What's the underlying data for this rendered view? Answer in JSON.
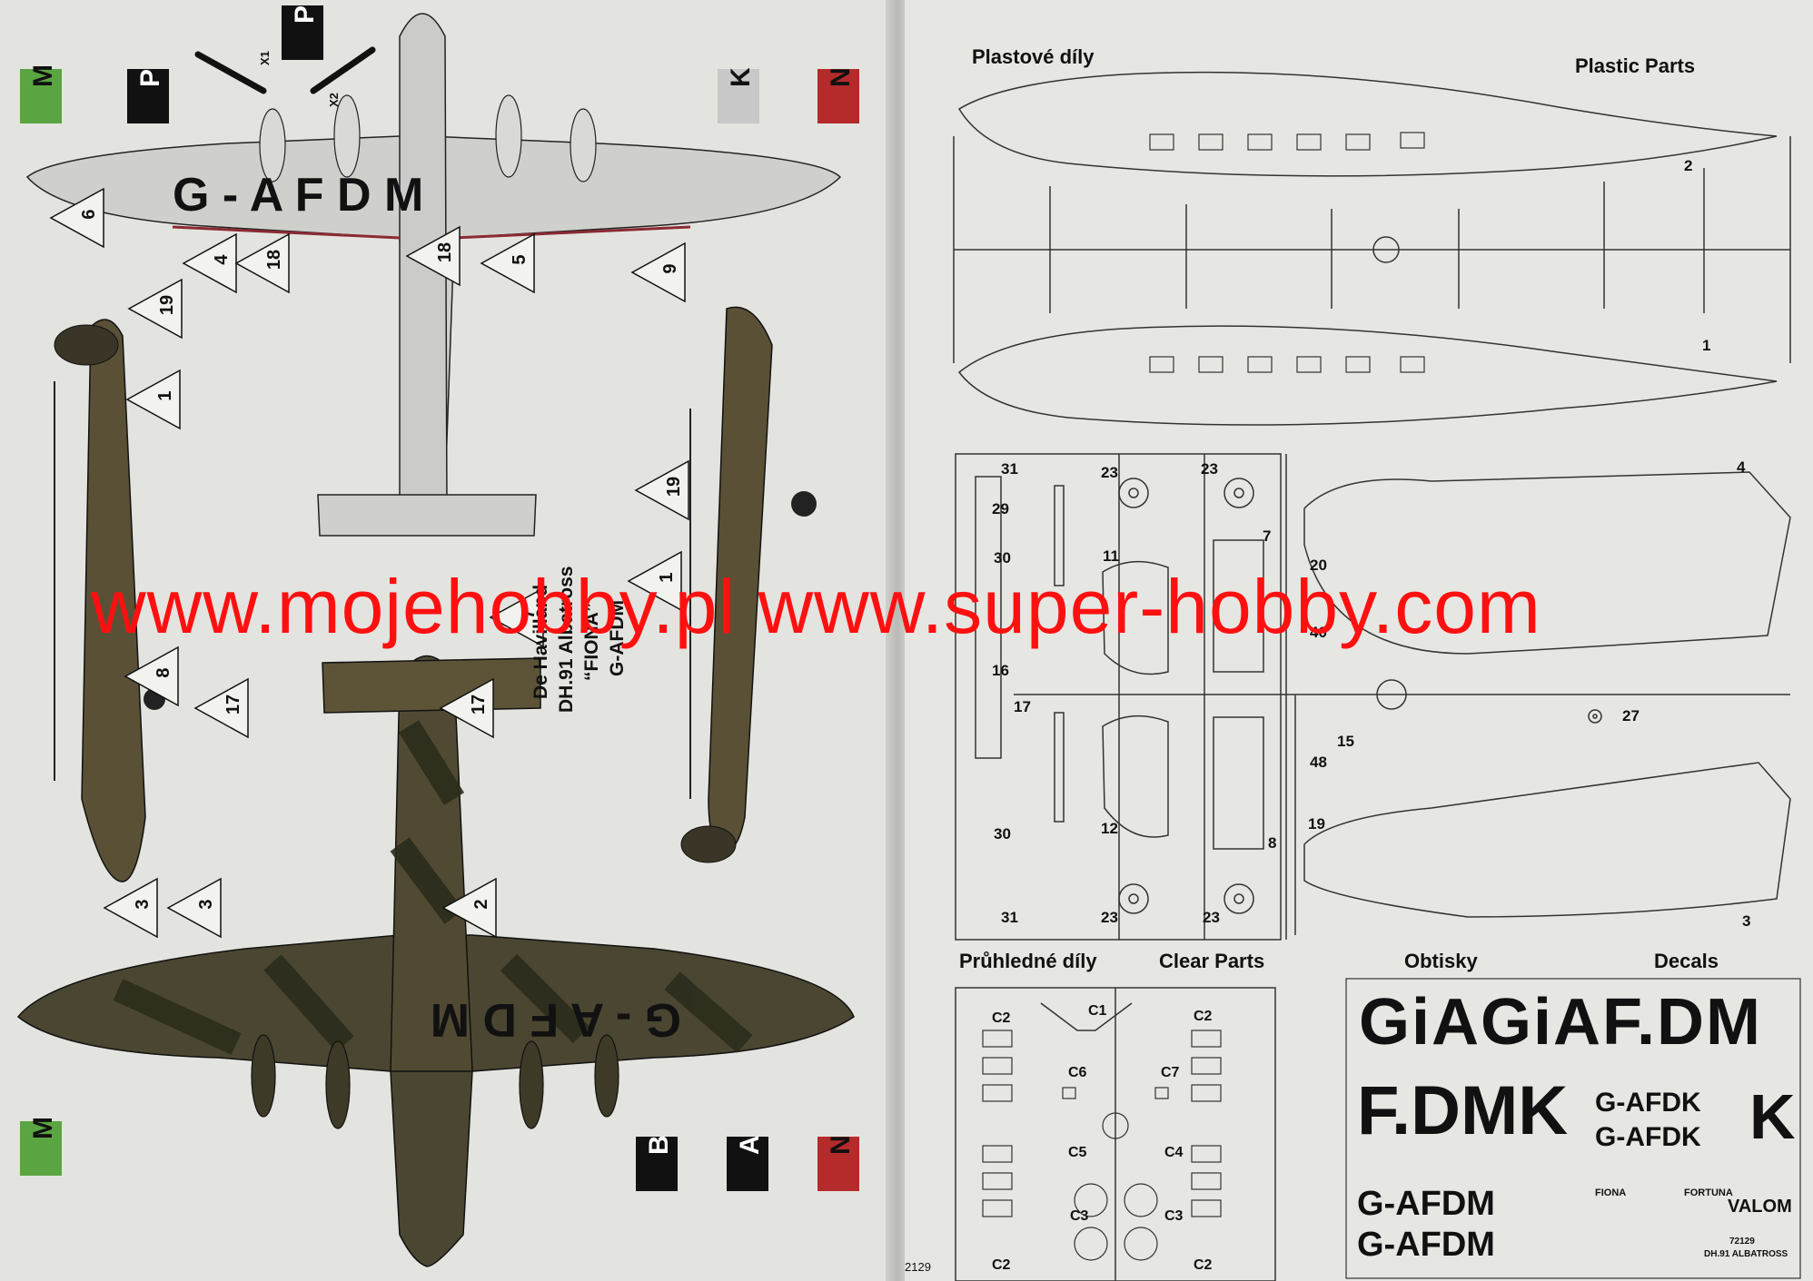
{
  "left_page": {
    "plane_caption": [
      "De Havilland",
      "DH.91 Albatross",
      "“FIONA”",
      "G-AFDM"
    ],
    "top_registration": "G - A   F D M",
    "bottom_registration": "G - A   F D M",
    "prop_labels": [
      "X1",
      "X2"
    ],
    "color_keys_top": [
      "M",
      "P",
      "P",
      "K",
      "N"
    ],
    "color_keys_bottom": [
      "M",
      "B",
      "A",
      "N"
    ],
    "callouts_top": [
      "4",
      "18",
      "18",
      "5",
      "6",
      "19",
      "1",
      "9",
      "19",
      "1",
      "7",
      "8"
    ],
    "callouts_bottom": [
      "17",
      "17",
      "3",
      "3",
      "2"
    ]
  },
  "right_page": {
    "plastic_parts_cz": "Plastové díly",
    "plastic_parts_en": "Plastic Parts",
    "clear_parts_cz": "Průhledné díly",
    "clear_parts_en": "Clear Parts",
    "decals_cz": "Obtisky",
    "decals_en": "Decals",
    "part_numbers": [
      "2",
      "1",
      "4",
      "3",
      "31",
      "23",
      "23",
      "29",
      "11",
      "7",
      "30",
      "20",
      "40",
      "16",
      "17",
      "15",
      "27",
      "48",
      "19",
      "30",
      "12",
      "8",
      "31",
      "23",
      "23"
    ],
    "clear_part_numbers": [
      "C1",
      "C2",
      "C2",
      "C6",
      "C7",
      "C5",
      "C4",
      "C3",
      "C3",
      "C2",
      "C2"
    ],
    "decals": {
      "row1": "GiAGiAF.DM",
      "row2_big": "F.DMK",
      "row2_small_1": "G-AFDK",
      "row2_small_2": "G-AFDK",
      "row2_k": "K",
      "reg1": "G-AFDM",
      "reg2": "G-AFDM",
      "fiona": "FIONA",
      "fortuna": "FORTUNA",
      "valom": "VALOM",
      "sheet_code": "72129",
      "sheet_name": "DH.91 ALBATROSS"
    },
    "page_number": "2129"
  },
  "watermark": "www.mojehobby.pl www.super-hobby.com",
  "colors": {
    "watermark": "#ff1010",
    "green_key": "#5aa541",
    "red_key": "#b52a2a",
    "grey_key": "#c8c8c8",
    "camo_dark": "#3e3f2a",
    "camo_light": "#6a5d3c"
  }
}
